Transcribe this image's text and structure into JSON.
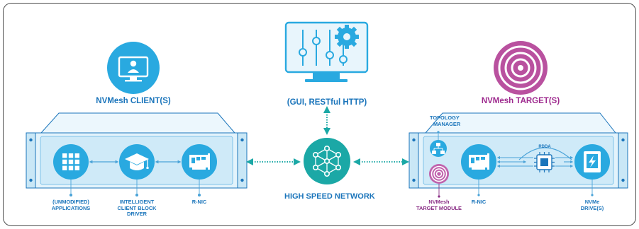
{
  "labels": {
    "client_title": "NVMesh CLIENT(S)",
    "target_title": "NVMesh TARGET(S)",
    "gui_label": "(GUI, RESTful HTTP)",
    "network_label": "HIGH SPEED NETWORK",
    "applications_line1": "(UNMODIFIED)",
    "applications_line2": "APPLICATIONS",
    "driver_line1": "INTELLIGENT",
    "driver_line2": "CLIENT BLOCK",
    "driver_line3": "DRIVER",
    "client_rnic": "R-NIC",
    "topology_line1": "TOPOLOGY",
    "topology_line2": "MANAGER",
    "target_module_line1": "NVMesh",
    "target_module_line2": "TARGET MODULE",
    "target_rnic": "R-NIC",
    "rdma_label": "RDDA",
    "nvme_line1": "NVMe",
    "nvme_line2": "DRIVE(S)"
  },
  "icons": {
    "client": "monitor-user-icon",
    "gui": "monitor-sliders-gear-icon",
    "target": "concentric-rings-icon",
    "applications": "app-grid-icon",
    "driver": "graduation-cap-icon",
    "rnic": "network-card-icon",
    "network": "network-mesh-icon",
    "topology": "hierarchy-icon",
    "target_module": "concentric-rings-icon",
    "chip": "cpu-chip-icon",
    "nvme": "ssd-drive-icon"
  },
  "colors": {
    "blue": "#1b75bb",
    "light_blue": "#29a9e0",
    "teal": "#1ba8a6",
    "purple": "#9e2a8e",
    "chassis_fill": "#dff1fb",
    "chassis_stroke": "#1b75bb"
  }
}
